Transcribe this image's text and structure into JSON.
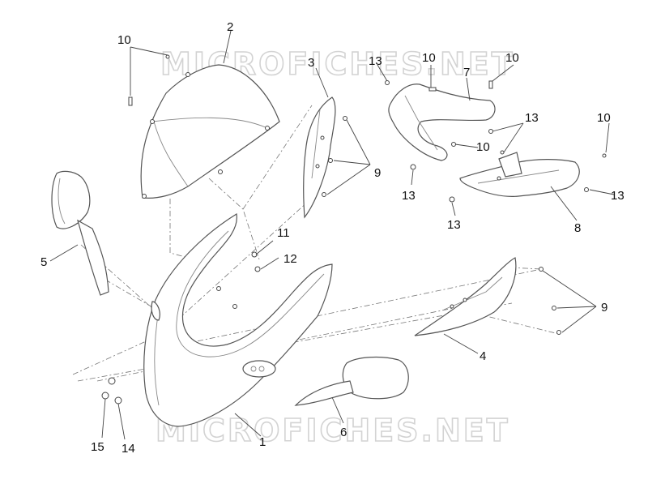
{
  "watermark": "MICROFICHES.NET",
  "callouts": {
    "c1": "1",
    "c2": "2",
    "c3": "3",
    "c4": "4",
    "c5": "5",
    "c6": "6",
    "c7": "7",
    "c8": "8",
    "c9a": "9",
    "c9b": "9",
    "c10a": "10",
    "c10b": "10",
    "c10c": "10",
    "c10d": "10",
    "c10e": "10",
    "c11": "11",
    "c12": "12",
    "c13a": "13",
    "c13b": "13",
    "c13c": "13",
    "c13d": "13",
    "c13e": "13",
    "c14": "14",
    "c15": "15"
  }
}
